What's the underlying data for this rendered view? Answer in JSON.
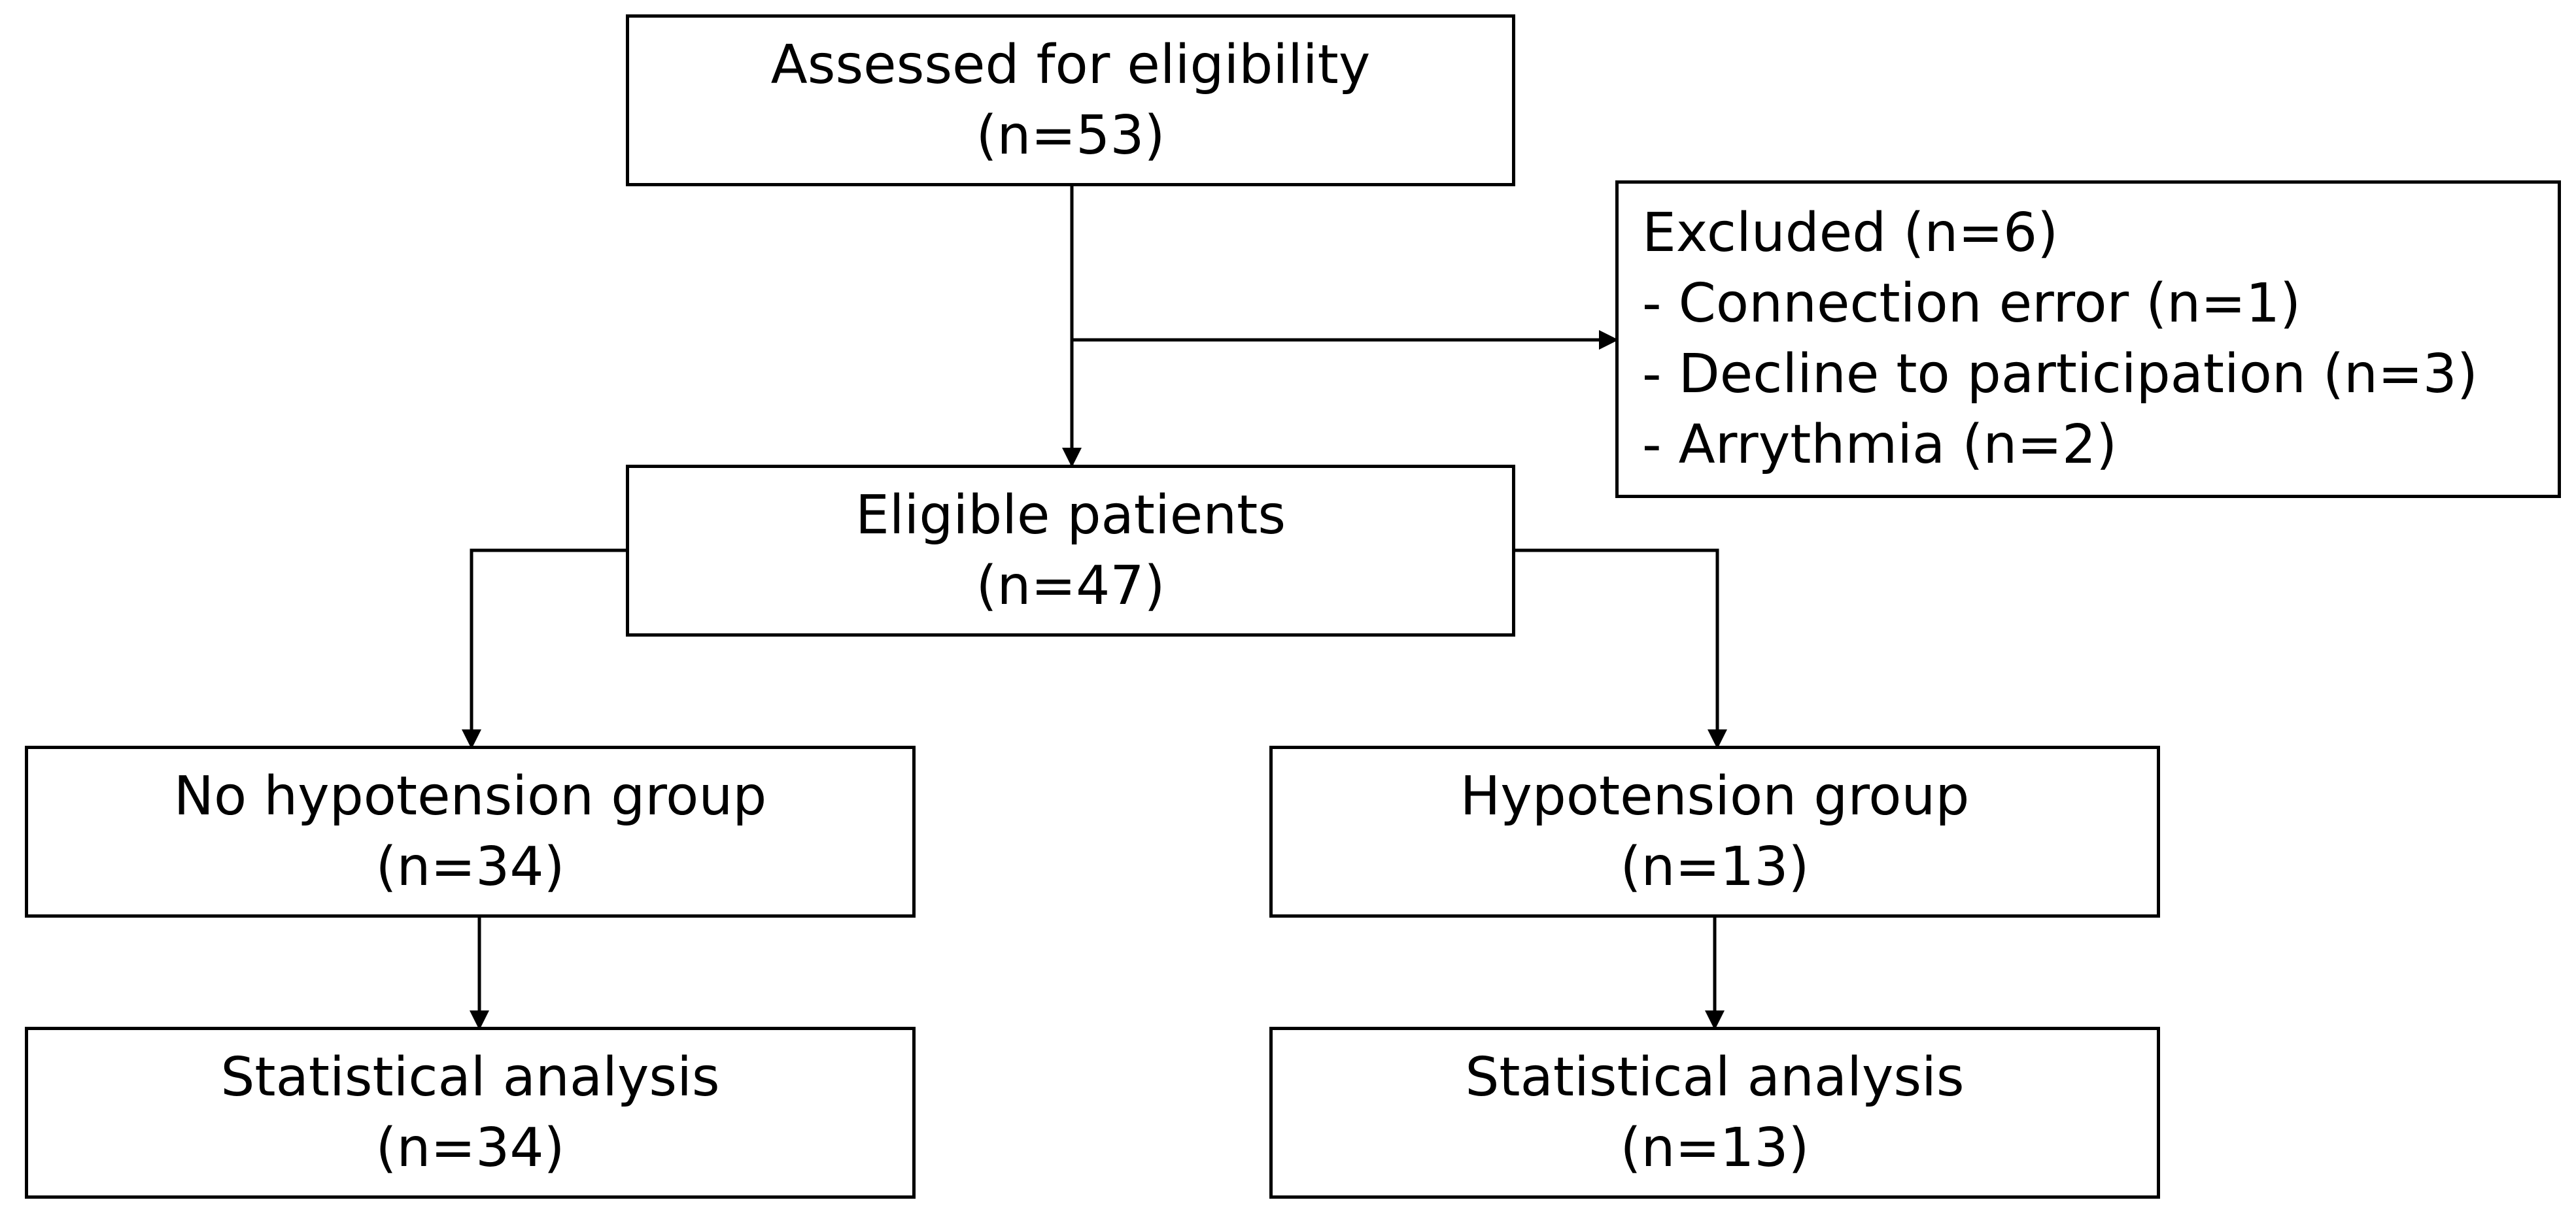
{
  "colors": {
    "stroke": "#000000",
    "background": "#ffffff",
    "text": "#000000"
  },
  "boxes": {
    "assessed": {
      "title": "Assessed for eligibility",
      "count": "(n=53)"
    },
    "excluded": {
      "title": "Excluded (n=6)",
      "items": [
        "- Connection error (n=1)",
        "- Decline to participation (n=3)",
        "- Arrythmia (n=2)"
      ]
    },
    "eligible": {
      "title": "Eligible patients",
      "count": "(n=47)"
    },
    "no_hypotension": {
      "title": "No hypotension group",
      "count": "(n=34)"
    },
    "hypotension": {
      "title": "Hypotension group",
      "count": "(n=13)"
    },
    "analysis_left": {
      "title": "Statistical analysis",
      "count": "(n=34)"
    },
    "analysis_right": {
      "title": "Statistical analysis",
      "count": "(n=13)"
    }
  }
}
